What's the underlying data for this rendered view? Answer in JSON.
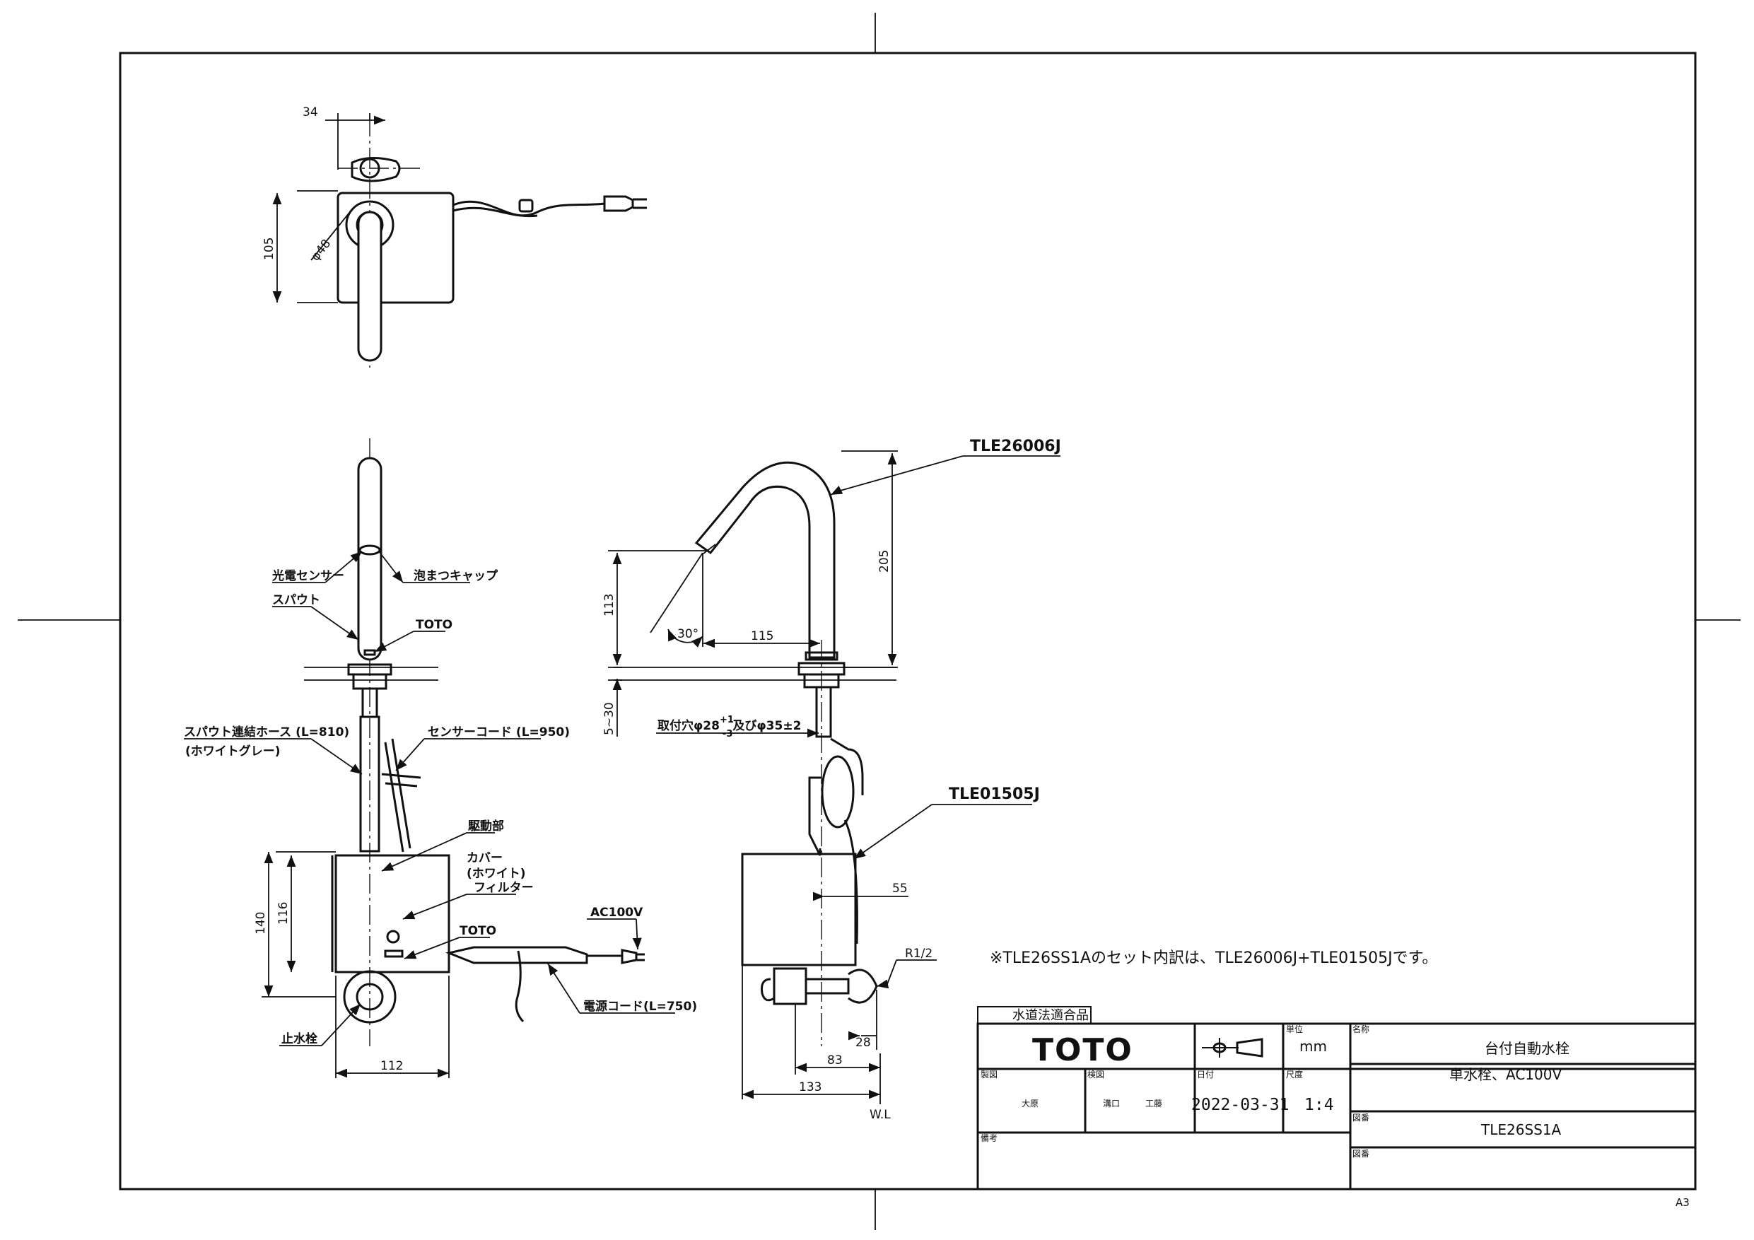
{
  "views": {
    "top": {
      "dim_width": "34",
      "dim_depth": "105",
      "dim_dia": "φ48"
    },
    "front": {
      "labels": {
        "sensor": "光電センサー",
        "aerator": "泡まつキャップ",
        "spout": "スパウト",
        "toto_spout": "TOTO",
        "hose": "スパウト連結ホース (L=810)",
        "hose_sub": "(ホワイトグレー)",
        "sensor_cord": "センサーコード (L=950)",
        "drive": "駆動部",
        "cover": "カバー",
        "cover_sub": "(ホワイト)",
        "filter": "フィルター",
        "toto_box": "TOTO",
        "ac": "AC100V",
        "power_cord": "電源コード(L=750)",
        "stop_valve": "止水栓"
      },
      "dims": {
        "h140": "140",
        "h116": "116",
        "w112": "112"
      }
    },
    "side": {
      "part1": "TLE26006J",
      "part2": "TLE01505J",
      "dims": {
        "h205": "205",
        "h113": "113",
        "h530": "5~30",
        "r115": "115",
        "angle": "30°",
        "d55": "55",
        "d28": "28",
        "d83": "83",
        "d133": "133",
        "r12": "R1/2",
        "wl": "W.L"
      },
      "hole": "取付穴φ28",
      "hole_tol_upper": "+1",
      "hole_tol_lower": "-3",
      "hole_rest": "及びφ35±2"
    }
  },
  "note": "※TLE26SS1Aのセット内訳は、TLE26006J+TLE01505Jです。",
  "title_block": {
    "cert": "水道法適合品",
    "brand": "TOTO",
    "unit_label": "単位",
    "unit": "mm",
    "name_label": "名称",
    "name": "台付自動水栓",
    "sub_name": "単水栓、AC100V",
    "draw_label": "製図",
    "drawer": "大原",
    "check_label": "検図",
    "checker1": "溝口",
    "checker2": "工藤",
    "date_label": "日付",
    "date": "2022-03-31",
    "scale_label": "尺度",
    "scale": "1:4",
    "num_label": "図番",
    "drawing_no": "TLE26SS1A",
    "remarks_label": "備考",
    "num_label2": "図番"
  },
  "paper_size": "A3"
}
